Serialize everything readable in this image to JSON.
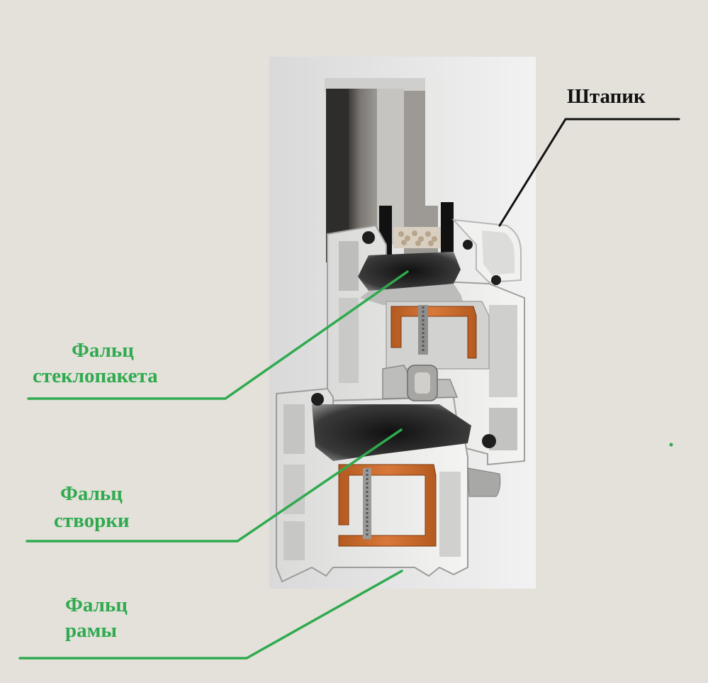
{
  "labels": {
    "shtapik": "Штапик",
    "falts_steklopaketa_line1": "Фальц",
    "falts_steklopaketa_line2": "стеклопакета",
    "falts_stvorki_line1": "Фальц",
    "falts_stvorki_line2": "створки",
    "falts_ramy_line1": "Фальц",
    "falts_ramy_line2": "рамы"
  },
  "colors": {
    "background": "#e4e1da",
    "label_green": "#2faa4f",
    "label_black": "#111111",
    "pvc_profile": "#eeeeec",
    "steel_reinforcement": "#c8692a",
    "seal": "#1e1e1e"
  }
}
